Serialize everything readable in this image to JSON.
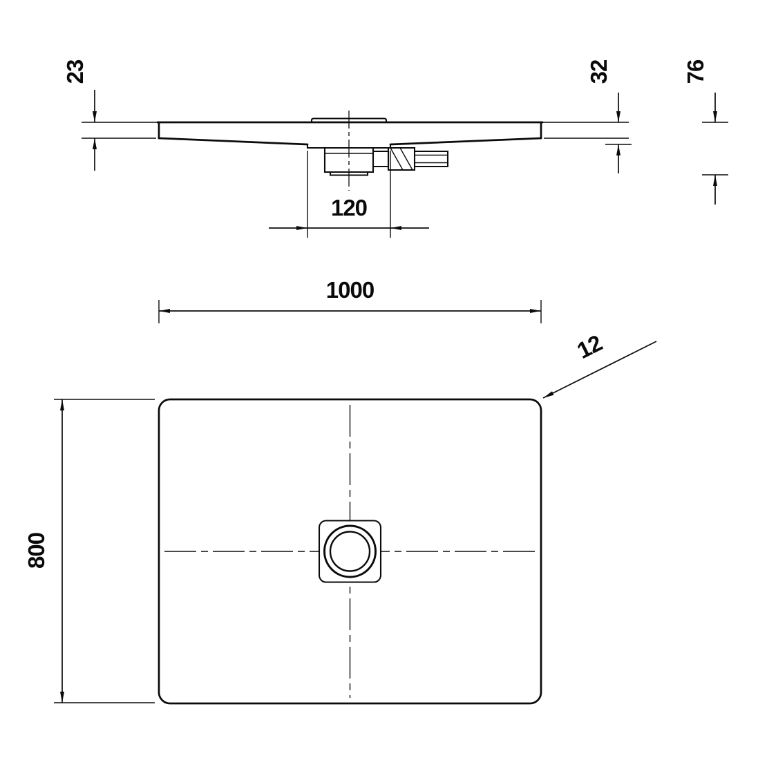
{
  "colors": {
    "line": "#0b0b0b",
    "background": "#ffffff"
  },
  "side_view": {
    "dim_edge_height": "23",
    "dim_tray_height": "32",
    "dim_total_height": "76",
    "dim_drain_width": "120"
  },
  "plan_view": {
    "dim_width": "1000",
    "dim_depth": "800",
    "dim_corner_edge": "12"
  }
}
